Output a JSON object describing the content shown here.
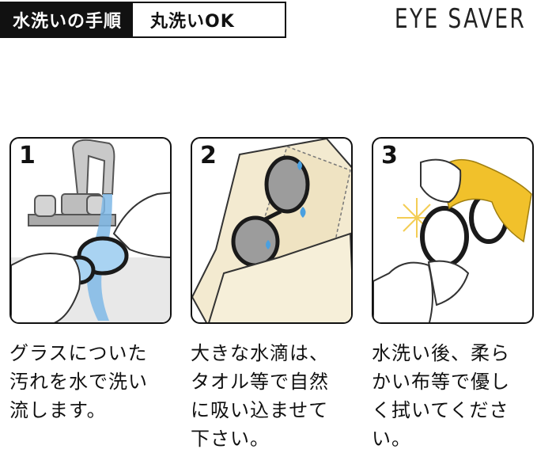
{
  "header": {
    "label_dark": "水洗いの手順",
    "label_light": "丸洗いOK",
    "brand": "EYE SAVER"
  },
  "steps": [
    {
      "number": "1",
      "caption": "グラスについた\n汚れを水で洗い\n流します。"
    },
    {
      "number": "2",
      "caption": "大きな水滴は、\nタオル等で自然\nに吸い込ませて\n下さい。"
    },
    {
      "number": "3",
      "caption": "水洗い後、柔ら\nかい布等で優し\nく拭いてくださ\nい。"
    }
  ],
  "colors": {
    "water": "#7fb8e6",
    "towel": "#f3ead0",
    "cloth": "#f1c12b",
    "frame": "#1a1a1a"
  }
}
